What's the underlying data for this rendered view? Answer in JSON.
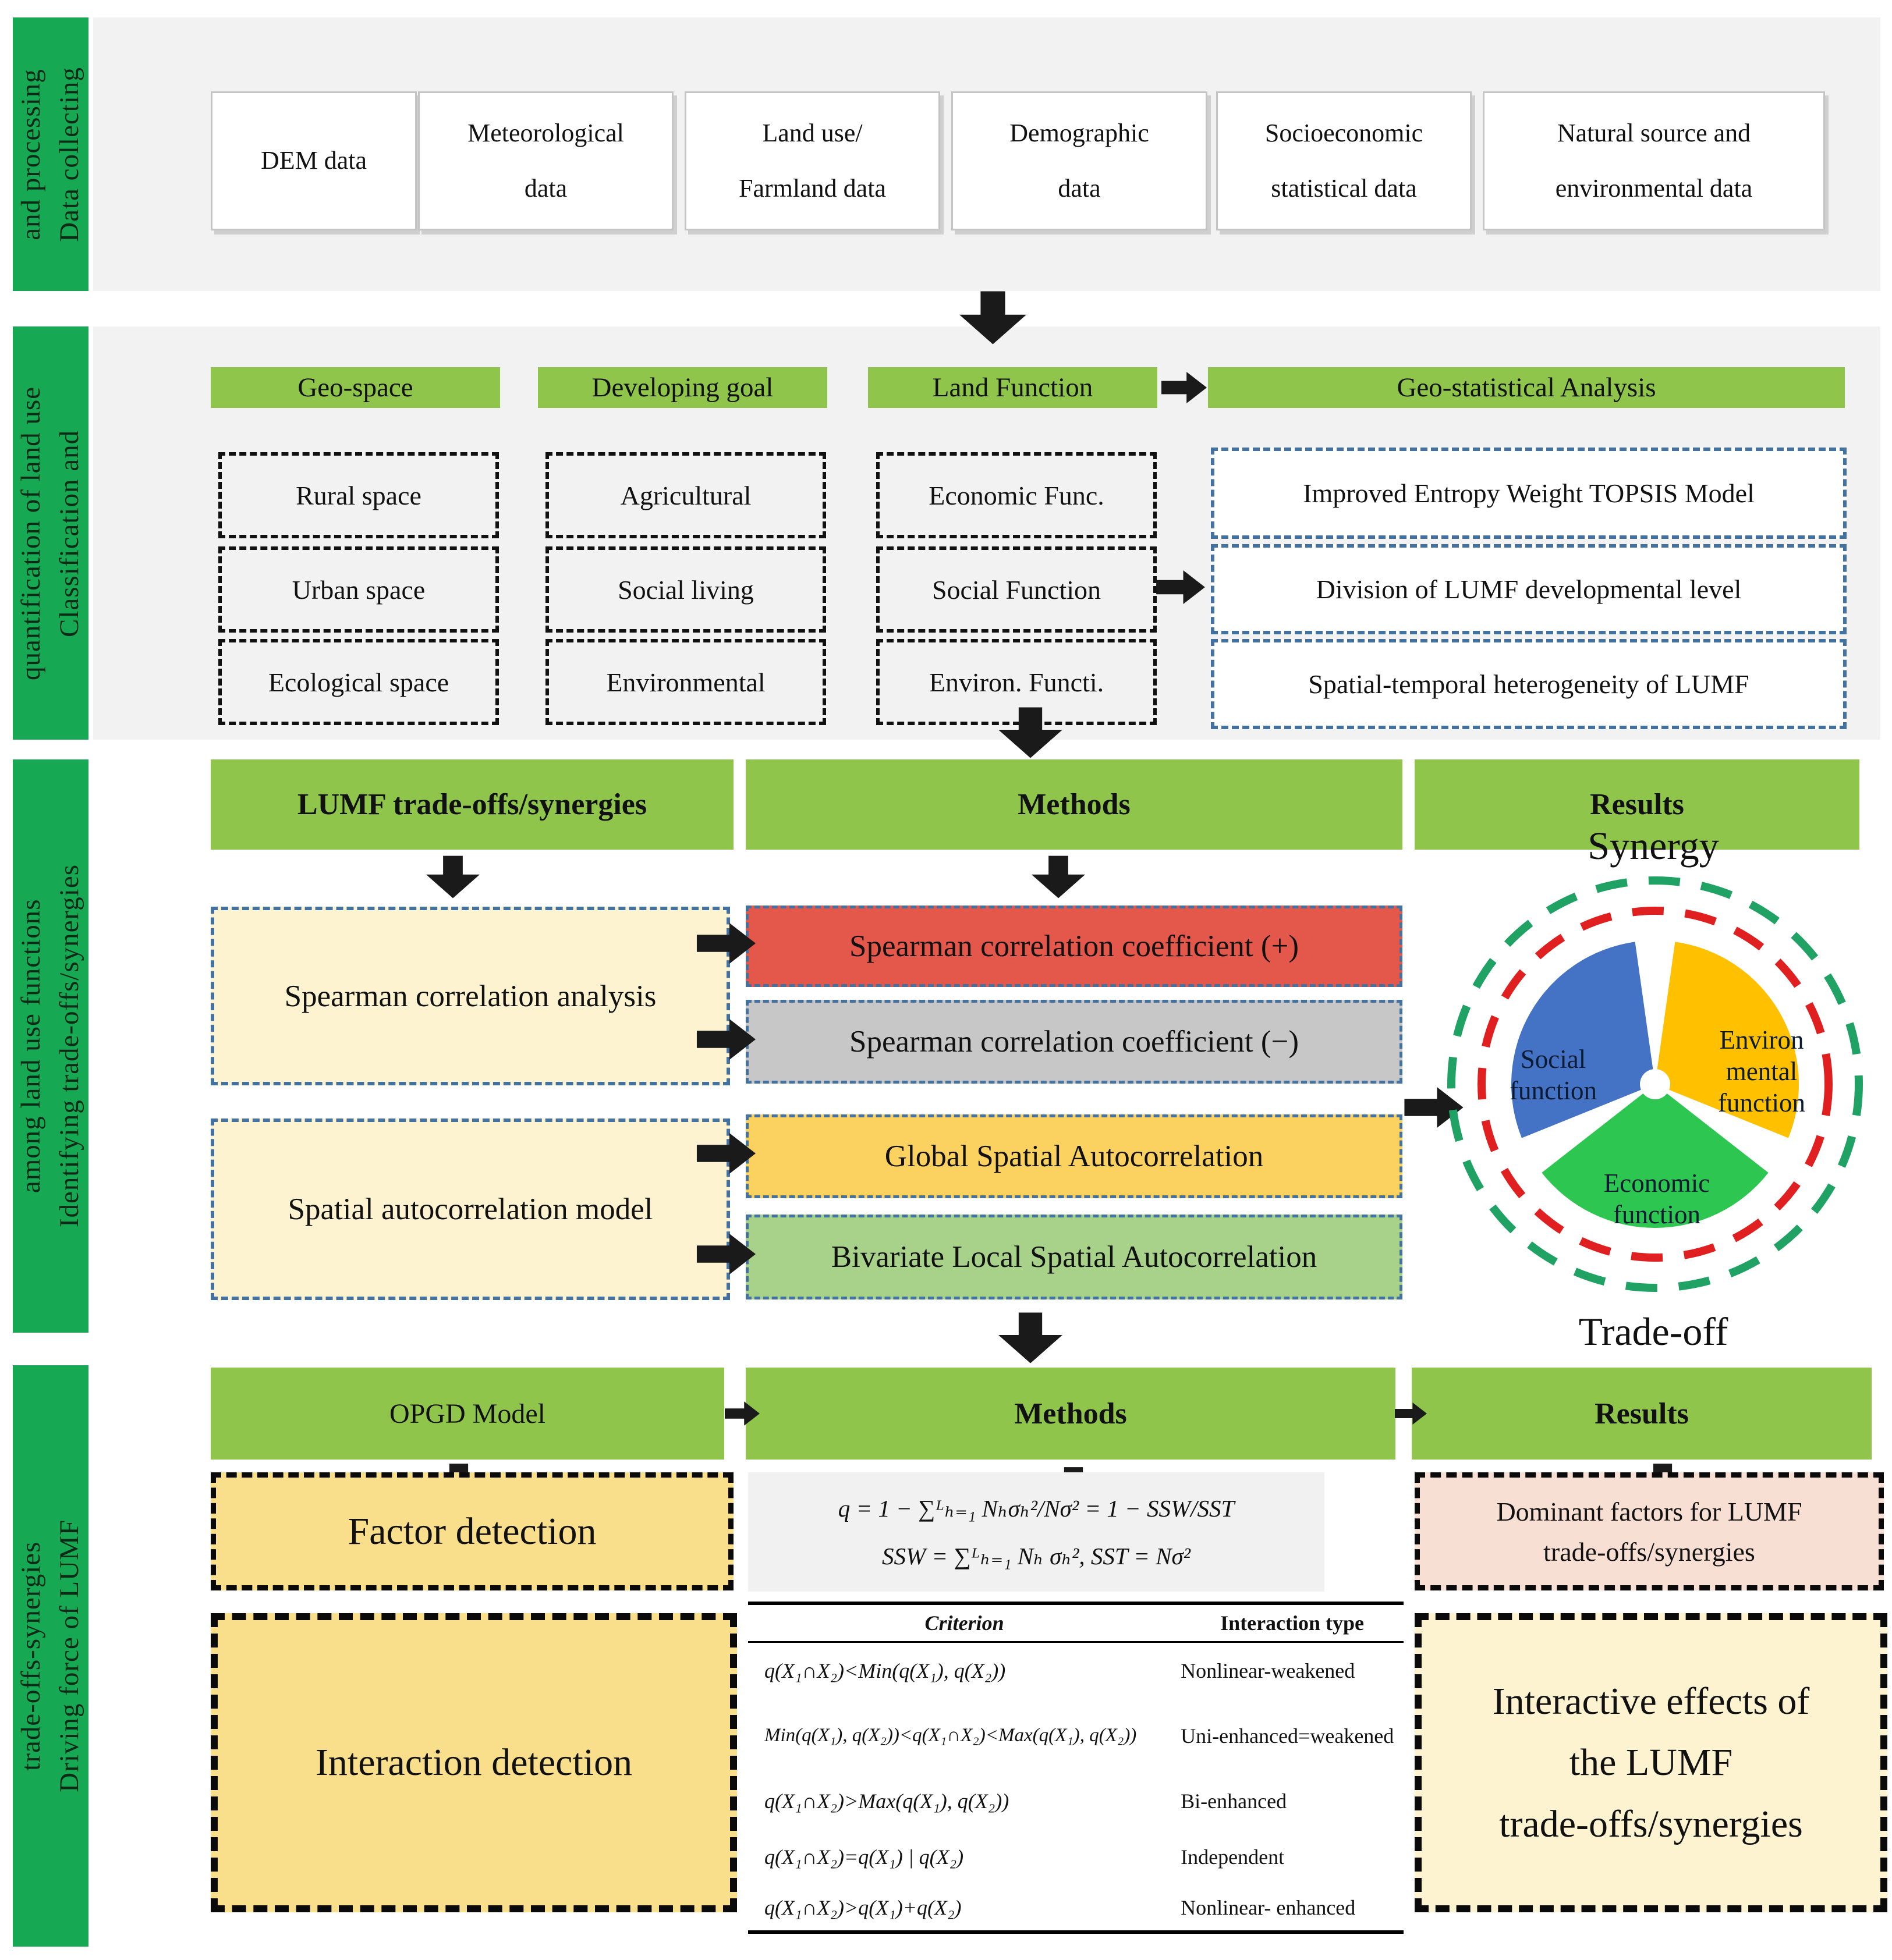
{
  "palette": {
    "sidebar_green": "#17A854",
    "header_green": "#8EC54A",
    "panel_gray": "#F2F2F2",
    "blue_dash": "#4472A0",
    "red_box": "#E4584B",
    "gray_box": "#C7C7C7",
    "gold_box": "#FBD25F",
    "green_box": "#A8D18A",
    "cream_box": "#FDF3D0",
    "detect_gold": "#F9DE8C",
    "pink_box": "#F8DFD4",
    "pie_blue": "#4472C4",
    "pie_yellow": "#FFC000",
    "pie_green": "#2DC651",
    "circle_green": "#1FA263",
    "circle_red": "#E02020"
  },
  "sidebar": {
    "labels": [
      "Data collecting\nand processing",
      "Classification and\nquantification of land use",
      "Identifying trade-offs/synergies\namong land use functions",
      "Driving force of LUMF\ntrade-offs-synergies"
    ]
  },
  "s1": {
    "boxes": [
      "DEM data",
      "Meteorological\ndata",
      "Land use/\nFarmland data",
      "Demographic\ndata",
      "Socioeconomic\nstatistical data",
      "Natural source and\nenvironmental data"
    ]
  },
  "s2": {
    "columns": [
      {
        "header": "Geo-space",
        "items": [
          "Rural space",
          "Urban space",
          "Ecological space"
        ]
      },
      {
        "header": "Developing goal",
        "items": [
          "Agricultural",
          "Social living",
          "Environmental"
        ]
      },
      {
        "header": "Land Function",
        "items": [
          "Economic Func.",
          "Social Function",
          "Environ. Functi."
        ]
      },
      {
        "header": "Geo-statistical Analysis",
        "items": [
          "Improved Entropy Weight TOPSIS Model",
          "Division of LUMF developmental level",
          "Spatial-temporal heterogeneity of LUMF"
        ]
      }
    ]
  },
  "s3": {
    "headers": [
      "LUMF trade-offs/synergies",
      "Methods",
      "Results"
    ],
    "left_boxes": [
      "Spearman correlation analysis",
      "Spatial autocorrelation model"
    ],
    "methods": [
      "Spearman correlation coefficient (+)",
      "Spearman correlation coefficient (−)",
      "Global Spatial Autocorrelation",
      "Bivariate Local Spatial Autocorrelation"
    ],
    "pie": {
      "top_label": "Synergy",
      "bottom_label": "Trade-off",
      "segments": [
        {
          "label": "Social\nfunction",
          "color": "#4472C4"
        },
        {
          "label": "Environ\nmental\nfunction",
          "color": "#FFC000"
        },
        {
          "label": "Economic\nfunction",
          "color": "#2DC651"
        }
      ]
    }
  },
  "s4": {
    "headers": [
      "OPGD Model",
      "Methods",
      "Results"
    ],
    "left_boxes": [
      "Factor detection",
      "Interaction detection"
    ],
    "formulas": [
      "q = 1 − ∑ᴸₕ₌₁ Nₕσₕ²/Nσ² = 1 − SSW/SST",
      "SSW = ∑ᴸₕ₌₁ Nₕ σₕ²,   SST = Nσ²"
    ],
    "table": {
      "headers": [
        "Criterion",
        "Interaction type"
      ],
      "rows": [
        [
          "q(X₁∩X₂)<Min(q(X₁), q(X₂))",
          "Nonlinear-weakened"
        ],
        [
          "Min(q(X₁), q(X₂))<q(X₁∩X₂)<Max(q(X₁), q(X₂))",
          "Uni-enhanced=weakened"
        ],
        [
          "q(X₁∩X₂)>Max(q(X₁), q(X₂))",
          "Bi-enhanced"
        ],
        [
          "q(X₁∩X₂)=q(X₁) | q(X₂)",
          "Independent"
        ],
        [
          "q(X₁∩X₂)>q(X₁)+q(X₂)",
          "Nonlinear- enhanced"
        ]
      ]
    },
    "right_boxes": [
      "Dominant factors for LUMF\ntrade-offs/synergies",
      "Interactive effects of\nthe LUMF\ntrade-offs/synergies"
    ]
  }
}
